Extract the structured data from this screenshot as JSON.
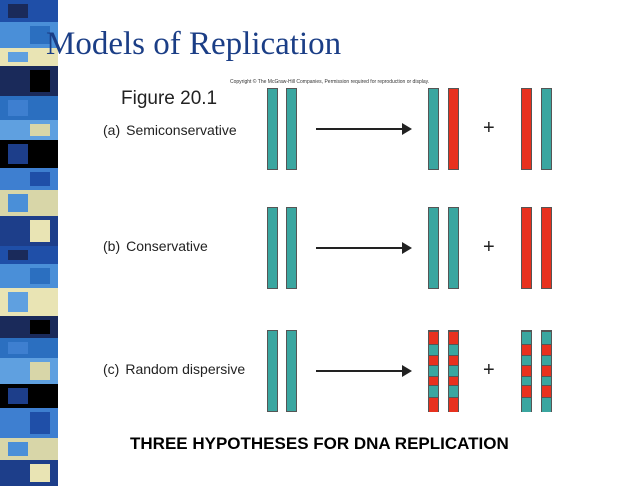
{
  "title": "Models of Replication",
  "copyright": "Copyright © The McGraw-Hill Companies, Permission required for reproduction or display.",
  "figure_label": "Figure 20.1",
  "colors": {
    "parent_strand": "#3aa6a0",
    "new_strand": "#e8311e",
    "title": "#1b3e86"
  },
  "models": [
    {
      "letter": "(a)",
      "name": "Semiconservative",
      "plus": "+",
      "parent": [
        "parent",
        "parent"
      ],
      "daughter1": [
        "parent",
        "new"
      ],
      "daughter2": [
        "new",
        "parent"
      ]
    },
    {
      "letter": "(b)",
      "name": "Conservative",
      "plus": "+",
      "parent": [
        "parent",
        "parent"
      ],
      "daughter1": [
        "parent",
        "parent"
      ],
      "daughter2": [
        "new",
        "new"
      ]
    },
    {
      "letter": "(c)",
      "name": "Random dispersive",
      "plus": "+",
      "parent": [
        "parent",
        "parent"
      ],
      "daughter1": [
        "dispersive",
        "dispersive"
      ],
      "daughter2": [
        "dispersive",
        "dispersive"
      ]
    }
  ],
  "caption": "THREE HYPOTHESES FOR DNA REPLICATION"
}
